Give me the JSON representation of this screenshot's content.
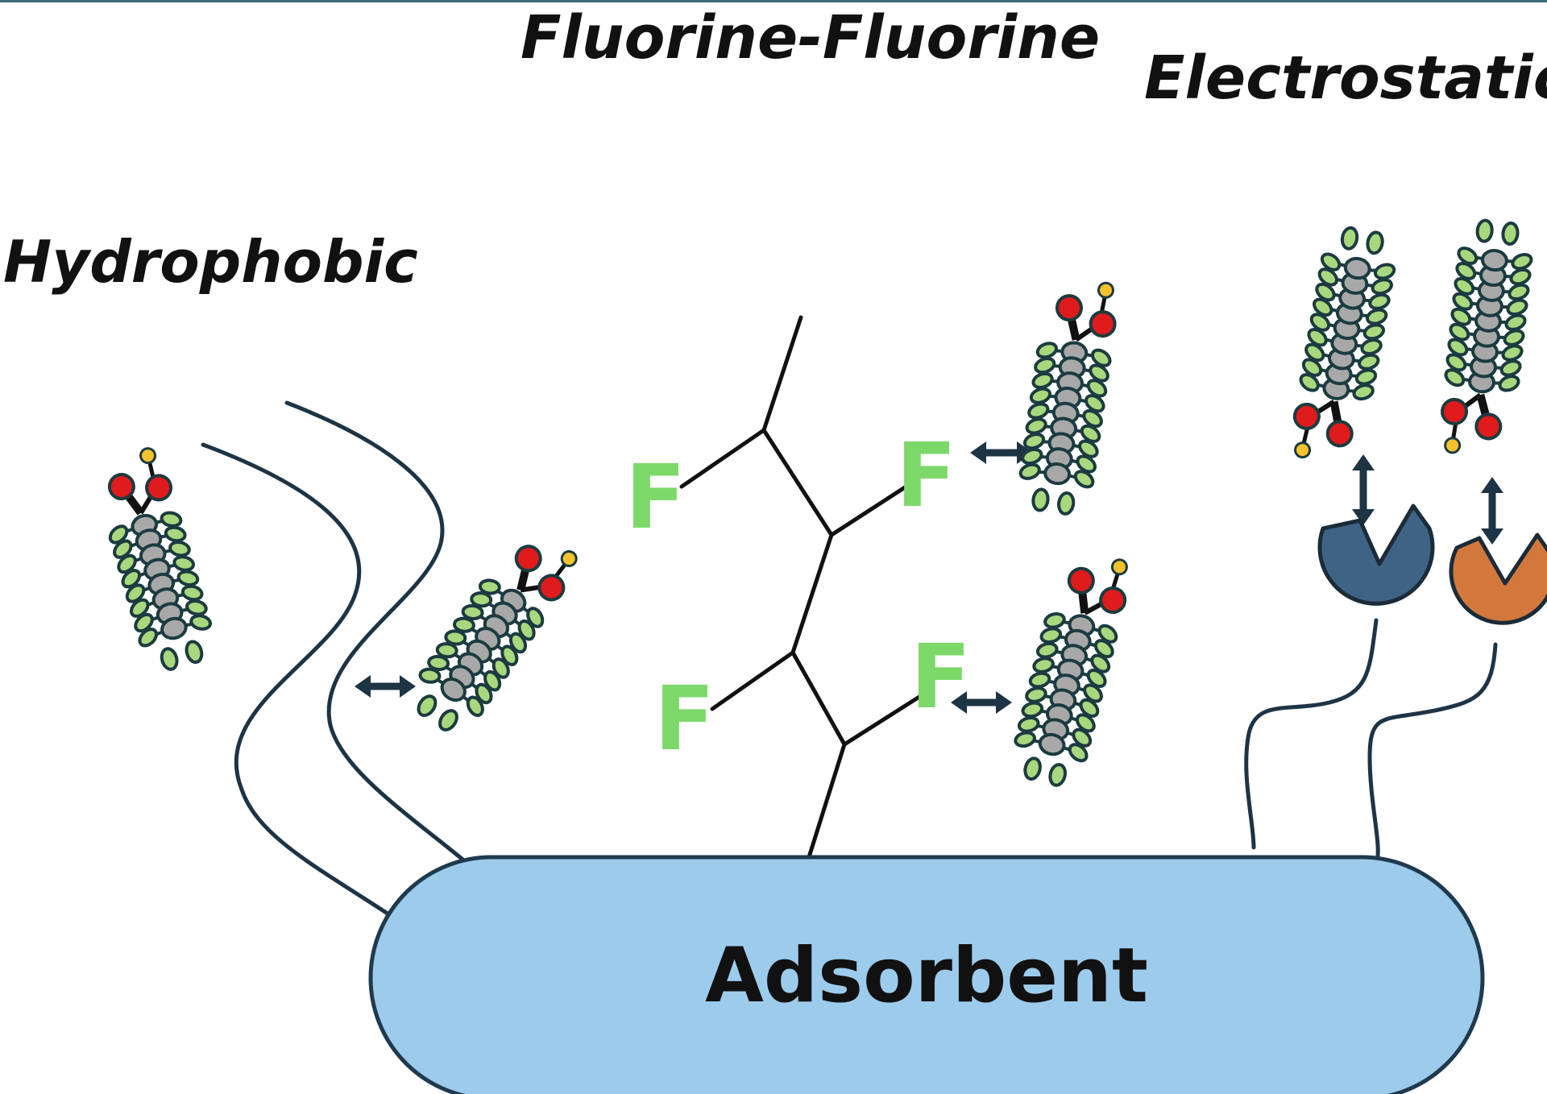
{
  "labels": {
    "hydrophobic": "Hydrophobic",
    "fluorine": "Fluorine-Fluorine",
    "electrostatic": "Electrostatic",
    "adsorbent": "Adsorbent"
  },
  "fluorine_symbol": "F",
  "colors": {
    "adsorbent_fill": "#9dcbec",
    "adsorbent_stroke": "#1f3a4e",
    "chain_line": "#1d3445",
    "arrow": "#1d3445",
    "fluorine_text": "#7dd86a",
    "bead_body": "#a8a8a8",
    "bead_leaf": "#a9d77d",
    "bead_outline": "#1b3b40",
    "head_red": "#e01b1b",
    "head_yellow": "#f5c22e",
    "receptor_blue": "#3f6385",
    "receptor_orange": "#d2783d",
    "top_rule": "#3a6a7a"
  }
}
